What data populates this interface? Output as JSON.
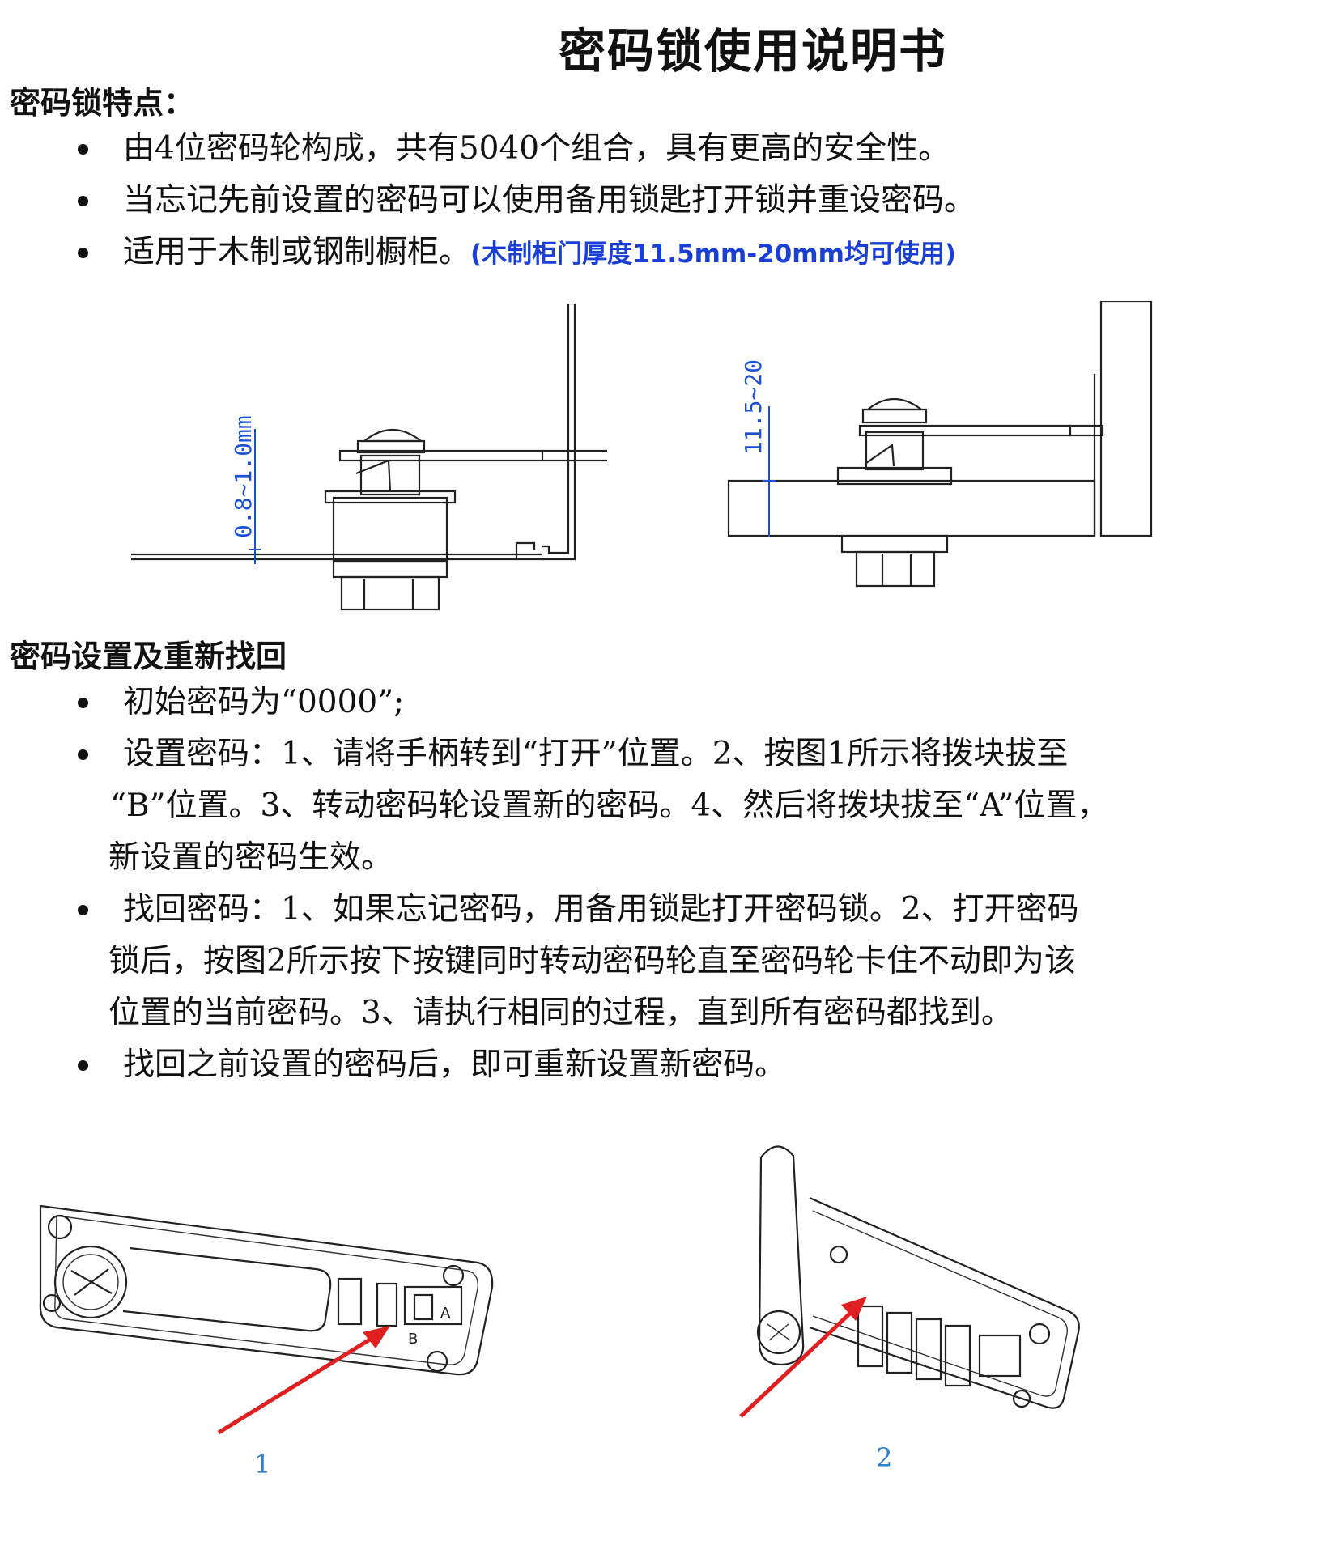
{
  "title": "密码锁使用说明书",
  "section1": {
    "heading": "密码锁特点：",
    "items": [
      {
        "text": "由4位密码轮构成，共有5040个组合，具有更高的安全性。"
      },
      {
        "text": "当忘记先前设置的密码可以使用备用锁匙打开锁并重设密码。"
      },
      {
        "text": "适用于木制或钢制橱柜。",
        "note": "(木制柜门厚度11.5mm-20mm均可使用)"
      }
    ]
  },
  "diagrams": {
    "left_dim": "0.8~1.0mm",
    "right_dim": "11.5~20"
  },
  "section2": {
    "heading": "密码设置及重新找回",
    "items": [
      {
        "lines": [
          "初始密码为“0000”;"
        ]
      },
      {
        "lines": [
          "设置密码：1、请将手柄转到“打开”位置。2、按图1所示将拨块拔至",
          "“B”位置。3、转动密码轮设置新的密码。4、然后将拨块拔至“A”位置，",
          "新设置的密码生效。"
        ]
      },
      {
        "lines": [
          "找回密码：1、如果忘记密码，用备用锁匙打开密码锁。2、打开密码",
          "锁后，按图2所示按下按键同时转动密码轮直至密码轮卡住不动即为该",
          "位置的当前密码。3、请执行相同的过程，直到所有密码都找到。"
        ]
      },
      {
        "lines": [
          "找回之前设置的密码后，即可重新设置新密码。"
        ]
      }
    ]
  },
  "figures": {
    "fig1_label": "1",
    "fig1_switch_a": "A",
    "fig1_switch_b": "B",
    "fig2_label": "2"
  },
  "colors": {
    "note_blue": "#1a3fd6",
    "dimension_blue": "#1a4fd6",
    "figure_label_blue": "#2f7fd0",
    "arrow_red": "#e02020"
  }
}
